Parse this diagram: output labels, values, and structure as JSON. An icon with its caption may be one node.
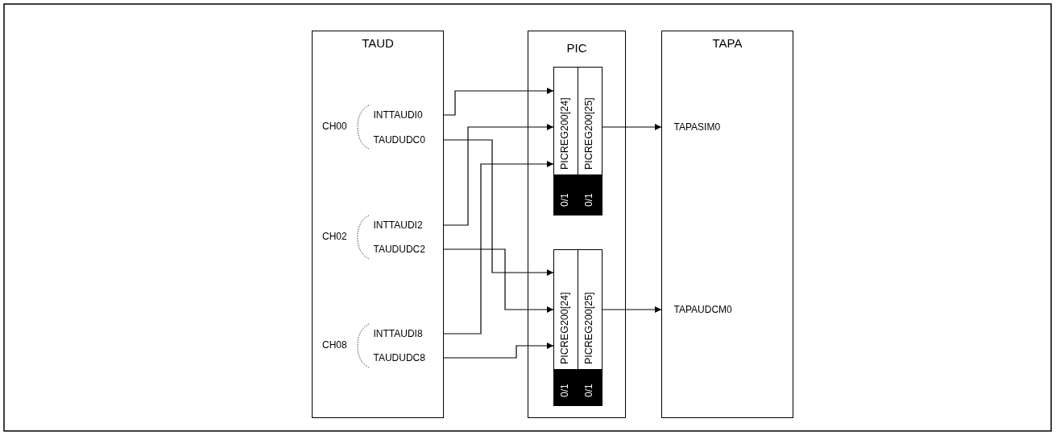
{
  "diagram": {
    "nodes": [
      {
        "text": [
          "TAUD"
        ]
      },
      {
        "text": [
          "PIC"
        ]
      },
      {
        "text": [
          "TAPA"
        ]
      },
      {
        "text": [
          "INTTAUDI0"
        ],
        "in": 0
      },
      {
        "text": [
          "TAUDUDC0"
        ],
        "in": 0
      },
      {
        "text": [
          "INTTAUDI2"
        ],
        "in": 0
      },
      {
        "text": [
          "TAUDUDC2"
        ],
        "in": 0
      },
      {
        "text": [
          "INTTAUDI8"
        ],
        "in": 0
      },
      {
        "text": [
          "TAUDUDC8"
        ],
        "in": 0
      },
      {
        "text": [
          "PICREG200[24]",
          "0/1"
        ],
        "in": 1
      },
      {
        "text": [
          "PICREG200[25]",
          "0/1"
        ],
        "in": 1
      },
      {
        "text": [
          "PICREG200[24]",
          "0/1"
        ],
        "in": 1
      },
      {
        "text": [
          "PICREG200[25]",
          "0/1"
        ],
        "in": 1
      },
      {
        "text": [
          "TAPASIM0"
        ],
        "in": 2
      },
      {
        "text": [
          "TAPAUDCM0"
        ],
        "in": 2
      }
    ],
    "edges": [
      {
        "from": 3,
        "to": 9,
        "arrow": "to"
      },
      {
        "from": 5,
        "to": 9,
        "arrow": "to"
      },
      {
        "from": 7,
        "to": 9,
        "arrow": "to"
      },
      {
        "from": 4,
        "to": 11,
        "arrow": "to"
      },
      {
        "from": 6,
        "to": 11,
        "arrow": "to"
      },
      {
        "from": 8,
        "to": 11,
        "arrow": "to"
      },
      {
        "from": 10,
        "to": 13,
        "arrow": "to"
      },
      {
        "from": 12,
        "to": 14,
        "arrow": "to"
      }
    ],
    "labels": [
      "CH00",
      "CH02",
      "CH08"
    ]
  }
}
